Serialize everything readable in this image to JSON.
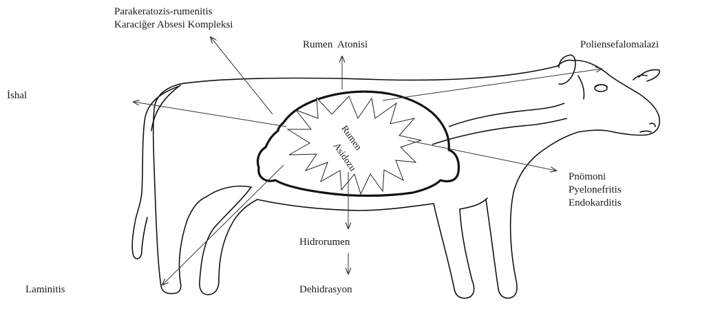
{
  "center": {
    "line1": "Rumen",
    "line2": "Asidozu"
  },
  "labels": {
    "parakeratozis": [
      "Parakeratozis-rumenitis",
      "Karaciğer Absesi Kompleksi"
    ],
    "rumen_atonisi": "Rumen  Atonisi",
    "poliensefalomalazi": "Poliensefalomalazi",
    "ishal": "İshal",
    "pnomoni_group": [
      "Pnömoni",
      "Pyelonefritis",
      "Endokarditis"
    ],
    "hidrorumen": "Hidrorumen",
    "laminitis": "Laminitis",
    "dehidrasyon": "Dehidrasyon"
  }
}
